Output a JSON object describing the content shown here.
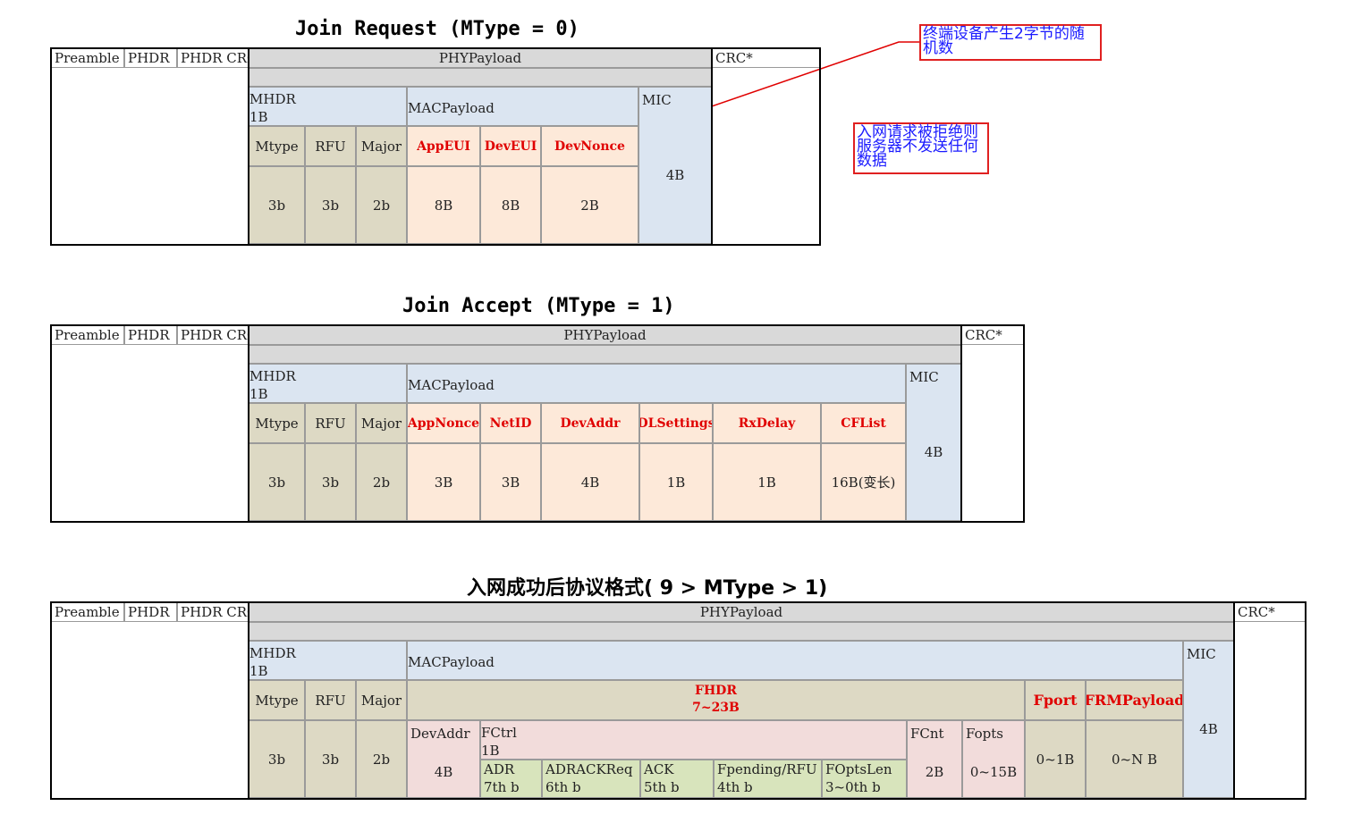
{
  "titles": {
    "join_request": "Join Request (MType = 0)",
    "join_accept": "Join Accept (MType = 1)",
    "data_frame": "入网成功后协议格式( 9 > MType > 1)"
  },
  "phy": {
    "preamble": "Preamble",
    "phdr": "PHDR",
    "phdr_crc": "PHDR CRC",
    "phypayload": "PHYPayload",
    "crc": "CRC*"
  },
  "mhdr": {
    "label": "MHDR",
    "size": "1B",
    "mtype": "Mtype",
    "rfu": "RFU",
    "major": "Major",
    "mtype_size": "3b",
    "rfu_size": "3b",
    "major_size": "2b"
  },
  "macpayload_label": "MACPayload",
  "mic": {
    "label": "MIC",
    "size": "4B"
  },
  "join_request": {
    "fields": [
      "AppEUI",
      "DevEUI",
      "DevNonce"
    ],
    "sizes": [
      "8B",
      "8B",
      "2B"
    ]
  },
  "join_accept": {
    "fields": [
      "AppNonce",
      "NetID",
      "DevAddr",
      "DLSettings",
      "RxDelay",
      "CFList"
    ],
    "sizes": [
      "3B",
      "3B",
      "4B",
      "1B",
      "1B",
      "16B(变长)"
    ]
  },
  "data_frame": {
    "fhdr_label": "FHDR",
    "fhdr_size": "7~23B",
    "fport": "Fport",
    "fport_size": "0~1B",
    "frmpayload": "FRMPayload",
    "frmpayload_size": "0~N B",
    "devaddr": "DevAddr",
    "devaddr_size": "4B",
    "fctrl": "FCtrl",
    "fctrl_size": "1B",
    "fcnt": "FCnt",
    "fcnt_size": "2B",
    "fopts": "Fopts",
    "fopts_size": "0~15B",
    "fctrl_bits": [
      {
        "name": "ADR",
        "bit": "7th b"
      },
      {
        "name": "ADRACKReq",
        "bit": "6th b"
      },
      {
        "name": "ACK",
        "bit": "5th b"
      },
      {
        "name": "Fpending/RFU",
        "bit": "4th b"
      },
      {
        "name": "FOptsLen",
        "bit": "3~0th b"
      }
    ]
  },
  "notes": {
    "devnonce_note": "终端设备产生2字节的随机数",
    "reject_note": "入网请求被拒绝则服务器不发送任何数据"
  },
  "colors": {
    "field_text": "#e00000",
    "note_border": "#e02020",
    "note_text": "#1a1aff",
    "arrow": "#e00000"
  }
}
